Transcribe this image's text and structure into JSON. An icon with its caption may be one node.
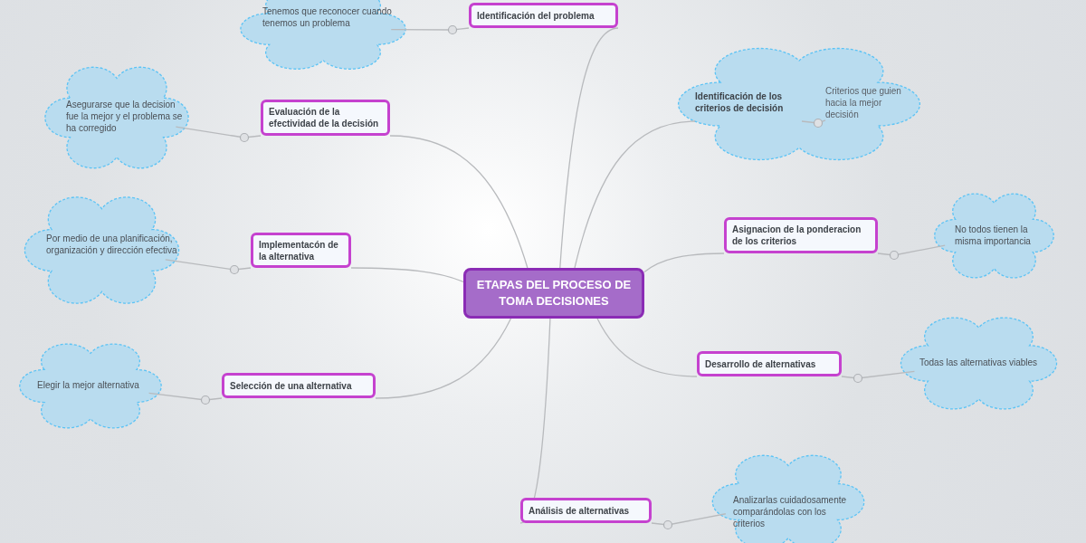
{
  "diagram": {
    "nodes": [
      {
        "text": [
          "ETAPAS DEL PROCESO DE TOMA DECISIONES"
        ]
      },
      {
        "text": [
          "Identificación del problema"
        ]
      },
      {
        "text": [
          "Tenemos que reconocer cuando tenemos un problema"
        ]
      },
      {
        "text": [],
        "shape": "cloud"
      },
      {
        "text": [
          "Identificación de los criterios de decisión"
        ],
        "in": 3
      },
      {
        "text": [
          "Criterios que guien hacia la mejor decisión"
        ],
        "in": 3
      },
      {
        "text": [
          "Asignacion de la ponderacion de los criterios"
        ]
      },
      {
        "text": [
          "No todos tienen la misma importancia"
        ]
      },
      {
        "text": [
          "Desarrollo de alternativas"
        ]
      },
      {
        "text": [
          "Todas las alternativas viables"
        ]
      },
      {
        "text": [
          "Análisis de alternativas"
        ]
      },
      {
        "text": [
          "Analizarlas cuidadosamente comparándolas con los criterios"
        ]
      },
      {
        "text": [
          "Selección de una alternativa"
        ]
      },
      {
        "text": [
          "Elegir la mejor alternativa"
        ]
      },
      {
        "text": [
          "Implementacón de la alternativa"
        ]
      },
      {
        "text": [
          "Por medio de una planificación, organización y dirección efectiva"
        ]
      },
      {
        "text": [
          "Evaluación de la efectividad de la decisión"
        ]
      },
      {
        "text": [
          "Asegurarse que la decision fue la mejor y el problema se ha corregido"
        ]
      }
    ],
    "edges": [
      {
        "from": 0,
        "to": 1,
        "arrow": "none"
      },
      {
        "from": 1,
        "to": 2,
        "arrow": "none"
      },
      {
        "from": 0,
        "to": 4,
        "arrow": "none"
      },
      {
        "from": 4,
        "to": 5,
        "arrow": "none"
      },
      {
        "from": 0,
        "to": 6,
        "arrow": "none"
      },
      {
        "from": 6,
        "to": 7,
        "arrow": "none"
      },
      {
        "from": 0,
        "to": 8,
        "arrow": "none"
      },
      {
        "from": 8,
        "to": 9,
        "arrow": "none"
      },
      {
        "from": 0,
        "to": 10,
        "arrow": "none"
      },
      {
        "from": 10,
        "to": 11,
        "arrow": "none"
      },
      {
        "from": 0,
        "to": 12,
        "arrow": "none"
      },
      {
        "from": 12,
        "to": 13,
        "arrow": "none"
      },
      {
        "from": 0,
        "to": 14,
        "arrow": "none"
      },
      {
        "from": 14,
        "to": 15,
        "arrow": "none"
      },
      {
        "from": 0,
        "to": 16,
        "arrow": "none"
      },
      {
        "from": 16,
        "to": 17,
        "arrow": "none"
      }
    ]
  }
}
